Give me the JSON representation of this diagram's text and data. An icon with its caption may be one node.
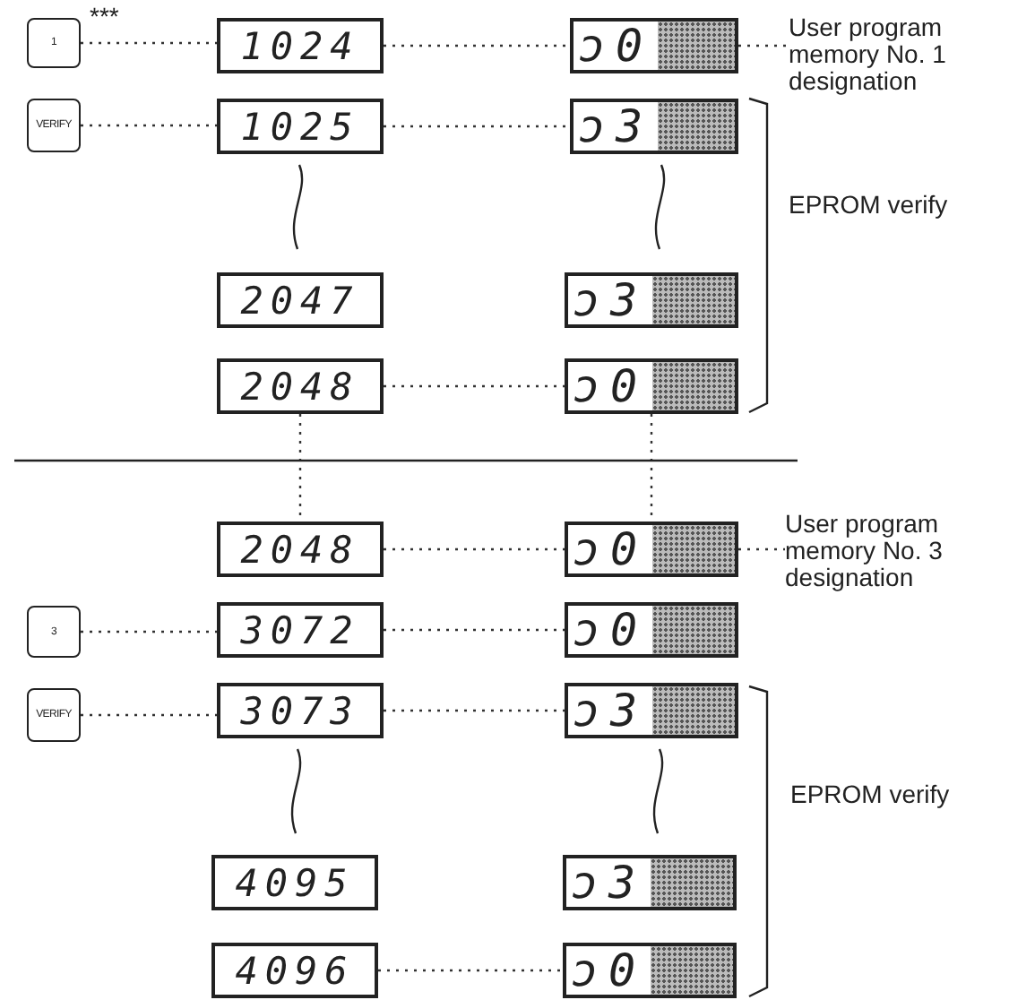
{
  "diagram": {
    "nodes": [
      {
        "text": [
          "1"
        ]
      },
      {
        "text": [
          "1024"
        ]
      },
      {
        "text": [
          "ɔ0"
        ]
      },
      {
        "text": [
          "User program memory No. 1 designation"
        ]
      },
      {
        "text": [
          "VERIFY"
        ]
      },
      {
        "text": [
          "1025"
        ]
      },
      {
        "text": [
          "ɔ3"
        ]
      },
      {
        "text": [
          "2047"
        ]
      },
      {
        "text": [
          "ɔ3"
        ]
      },
      {
        "text": [
          "2048"
        ]
      },
      {
        "text": [
          "ɔ0"
        ]
      },
      {
        "text": [
          "2048"
        ]
      },
      {
        "text": [
          "ɔ0"
        ]
      },
      {
        "text": [
          "User program memory No. 3 designation"
        ]
      },
      {
        "text": [
          "3"
        ]
      },
      {
        "text": [
          "3072"
        ]
      },
      {
        "text": [
          "ɔ0"
        ]
      },
      {
        "text": [
          "VERIFY"
        ]
      },
      {
        "text": [
          "3073"
        ]
      },
      {
        "text": [
          "ɔ3"
        ]
      },
      {
        "text": [
          "4095"
        ]
      },
      {
        "text": [
          "ɔ3"
        ]
      },
      {
        "text": [
          "4096"
        ]
      },
      {
        "text": [
          "ɔ0"
        ]
      }
    ],
    "edges": [
      {
        "from": 0,
        "to": 1,
        "arrow": "none"
      },
      {
        "from": 1,
        "to": 2,
        "arrow": "none"
      },
      {
        "from": 2,
        "to": 3,
        "arrow": "none"
      },
      {
        "from": 4,
        "to": 5,
        "arrow": "none"
      },
      {
        "from": 5,
        "to": 6,
        "arrow": "none"
      },
      {
        "from": 9,
        "to": 10,
        "arrow": "none"
      },
      {
        "from": 9,
        "to": 11,
        "arrow": "none"
      },
      {
        "from": 10,
        "to": 12,
        "arrow": "none"
      },
      {
        "from": 11,
        "to": 12,
        "arrow": "none"
      },
      {
        "from": 12,
        "to": 13,
        "arrow": "none"
      },
      {
        "from": 14,
        "to": 15,
        "arrow": "none"
      },
      {
        "from": 15,
        "to": 16,
        "arrow": "none"
      },
      {
        "from": 17,
        "to": 18,
        "arrow": "none"
      },
      {
        "from": 18,
        "to": 19,
        "arrow": "none"
      },
      {
        "from": 22,
        "to": 23,
        "arrow": "none"
      }
    ],
    "labels": [
      "***",
      "EPROM verify",
      "EPROM verify"
    ]
  }
}
